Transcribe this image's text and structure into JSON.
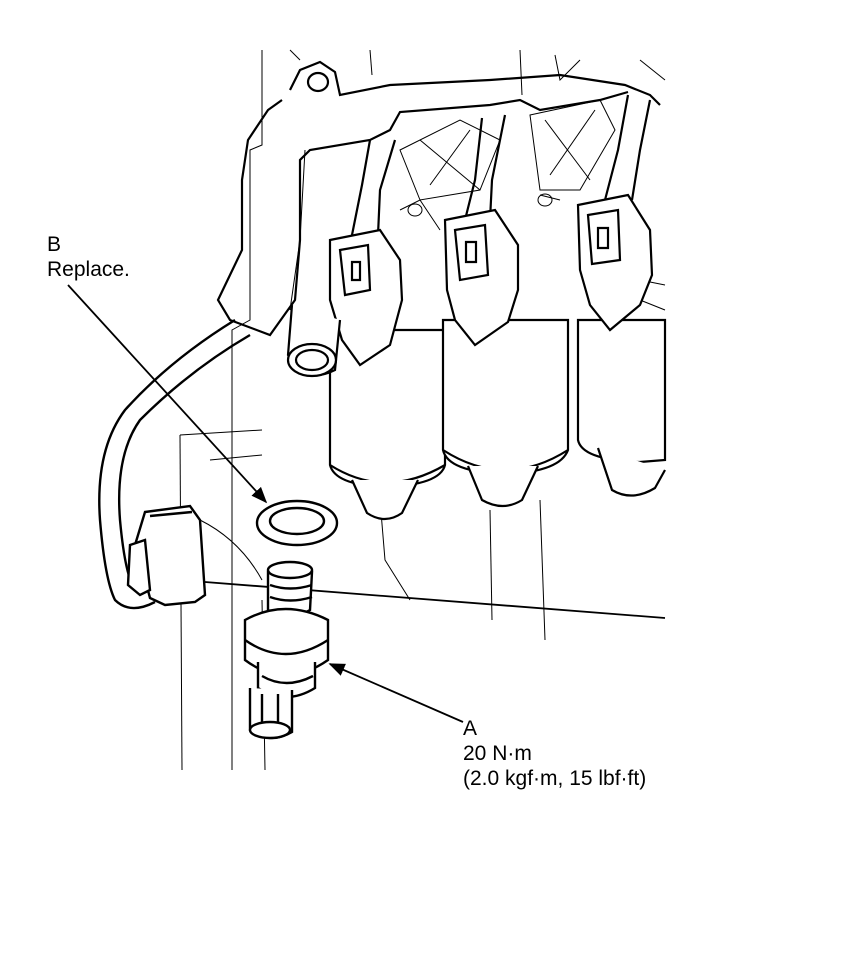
{
  "callouts": {
    "b": {
      "letter": "B",
      "note": "Replace."
    },
    "a": {
      "letter": "A",
      "torque": "20 N·m",
      "torque_alt": "(2.0 kgf·m, 15 lbf·ft)"
    }
  },
  "colors": {
    "line": "#000000",
    "background": "#ffffff"
  }
}
